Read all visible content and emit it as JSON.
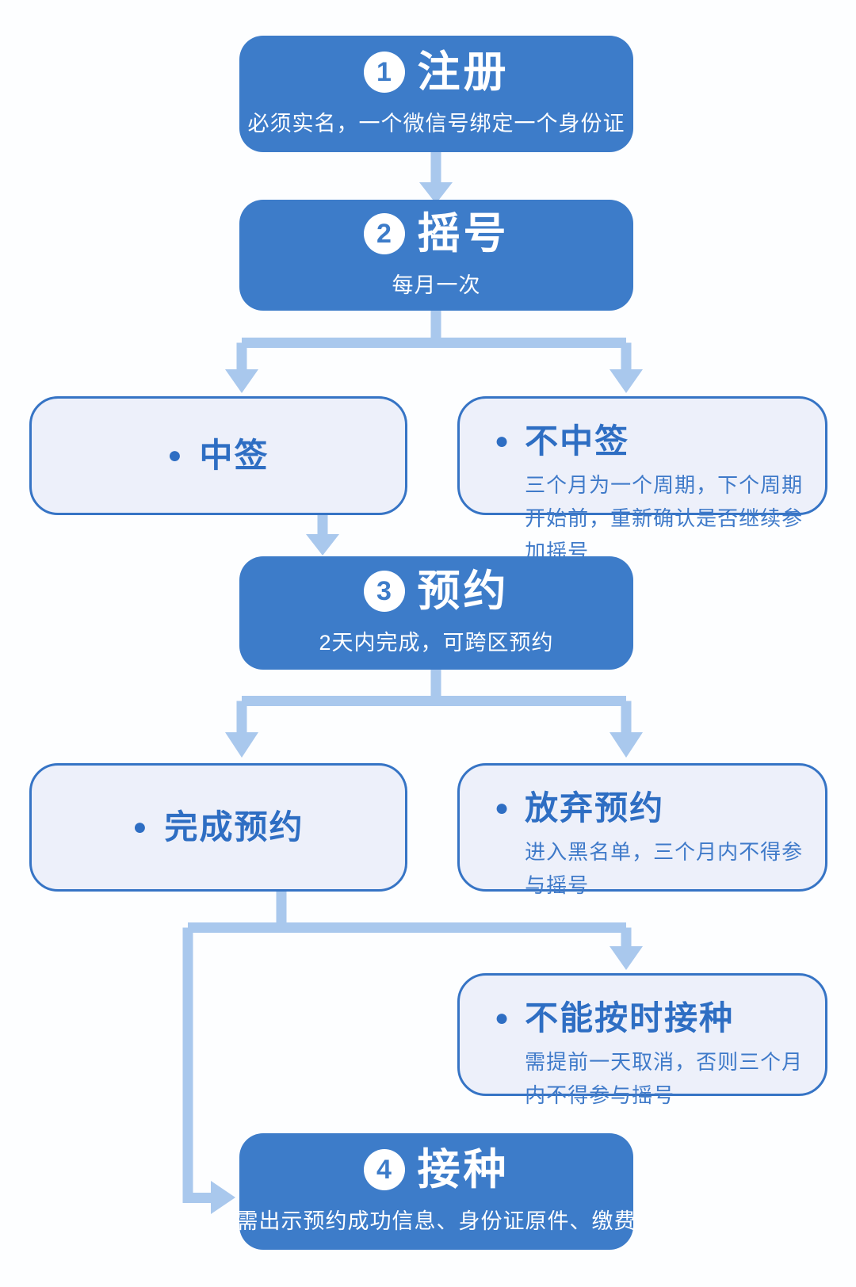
{
  "palette": {
    "step_box_fill": "#3d7cc9",
    "step_box_text": "#ffffff",
    "outcome_box_fill": "#edf0fa",
    "outcome_box_border": "#3674c5",
    "outcome_title_text": "#2e6ec3",
    "outcome_desc_text": "#3f7ac9",
    "connector": "#a9c8ed",
    "background": "#fdfeff"
  },
  "glyphs": {
    "bullet": "●"
  },
  "steps": [
    {
      "number": "1",
      "title": "注册",
      "subtitle": "必须实名，一个微信号绑定一个身份证"
    },
    {
      "number": "2",
      "title": "摇号",
      "subtitle": "每月一次"
    },
    {
      "number": "3",
      "title": "预约",
      "subtitle": "2天内完成，可跨区预约"
    },
    {
      "number": "4",
      "title": "接种",
      "subtitle": "需出示预约成功信息、身份证原件、缴费"
    }
  ],
  "outcomes": {
    "win": {
      "title": "中签"
    },
    "lose": {
      "title": "不中签",
      "desc": "三个月为一个周期，下个周期开始前，重新确认是否继续参加摇号"
    },
    "complete": {
      "title": "完成预约"
    },
    "abandon": {
      "title": "放弃预约",
      "desc": "进入黑名单，三个月内不得参与摇号"
    },
    "miss": {
      "title": "不能按时接种",
      "desc": "需提前一天取消，否则三个月内不得参与摇号"
    }
  }
}
